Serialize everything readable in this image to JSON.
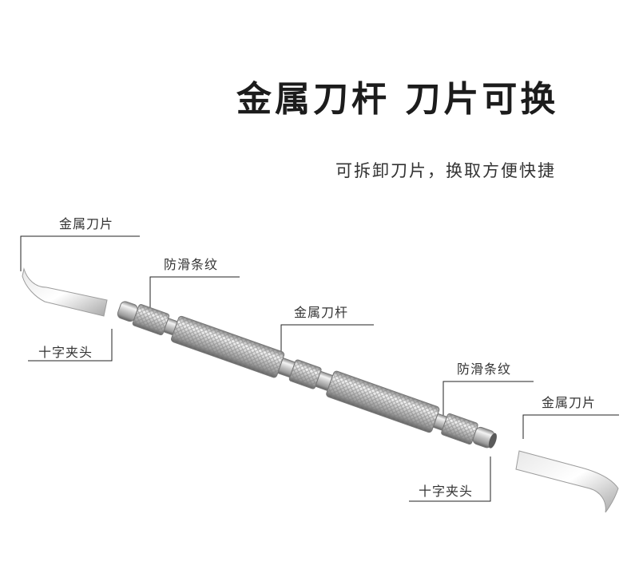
{
  "title": "金属刀杆 刀片可换",
  "subtitle": "可拆卸刀片，换取方便快捷",
  "labels": {
    "blade_left": "金属刀片",
    "grip_left": "防滑条纹",
    "chuck_left": "十字夹头",
    "handle": "金属刀杆",
    "grip_right": "防滑条纹",
    "blade_right": "金属刀片",
    "chuck_right": "十字夹头"
  },
  "colors": {
    "metal_light": "#eeeeee",
    "metal_mid": "#b8b8b8",
    "metal_dark": "#6e6e6e",
    "line": "#222222"
  }
}
